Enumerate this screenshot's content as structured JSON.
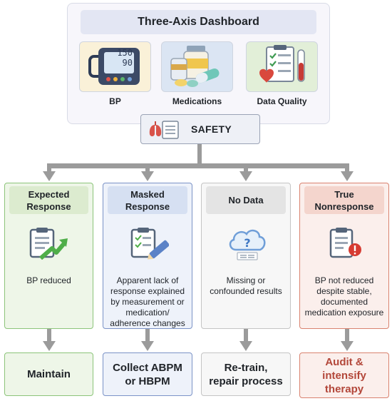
{
  "dashboard": {
    "title": "Three-Axis Dashboard",
    "axes": [
      {
        "label": "BP",
        "icon": "blood-pressure-monitor-icon",
        "reading_top": "150",
        "reading_bottom": "90"
      },
      {
        "label": "Medications",
        "icon": "medication-pills-icon"
      },
      {
        "label": "Data Quality",
        "icon": "data-quality-checklist-icon"
      }
    ]
  },
  "safety": {
    "label": "SAFETY",
    "icon": "lungs-and-report-icon"
  },
  "columns": [
    {
      "header_lines": [
        "Expected",
        "Response"
      ],
      "icon": "clipboard-trend-up-icon",
      "text_lines": [
        "BP reduced"
      ],
      "result_lines": [
        "Maintain"
      ]
    },
    {
      "header_lines": [
        "Masked",
        "Response"
      ],
      "icon": "clipboard-pencil-icon",
      "text_lines": [
        "Apparent lack of",
        "response explained",
        "by measurement or",
        "medication/",
        "adherence changes"
      ],
      "result_lines": [
        "Collect ABPM",
        "or HBPM"
      ]
    },
    {
      "header_lines": [
        "No Data"
      ],
      "icon": "cloud-question-icon",
      "text_lines": [
        "Missing or",
        "confounded results"
      ],
      "result_lines": [
        "Re-train,",
        "repair process"
      ]
    },
    {
      "header_lines": [
        "True",
        "Nonresponse"
      ],
      "icon": "clipboard-alert-icon",
      "text_lines": [
        "BP not reduced",
        "despite stable,",
        "documented",
        "medication exposure"
      ],
      "result_lines": [
        "Audit &",
        "intensify",
        "therapy"
      ]
    }
  ],
  "colors": {
    "green_border": "#8cc47a",
    "green_fill": "#eef6e8",
    "green_head": "#dcebcf",
    "blue_border": "#7b93c7",
    "blue_fill": "#eef2fa",
    "blue_head": "#d6e0f2",
    "grey_border": "#c4c4c4",
    "grey_fill": "#f7f7f7",
    "grey_head": "#e4e4e4",
    "red_border": "#d9826f",
    "red_fill": "#fbefec",
    "red_head": "#f4d5cd",
    "red_text": "#b3473a",
    "arrow": "#9b9b9b"
  }
}
